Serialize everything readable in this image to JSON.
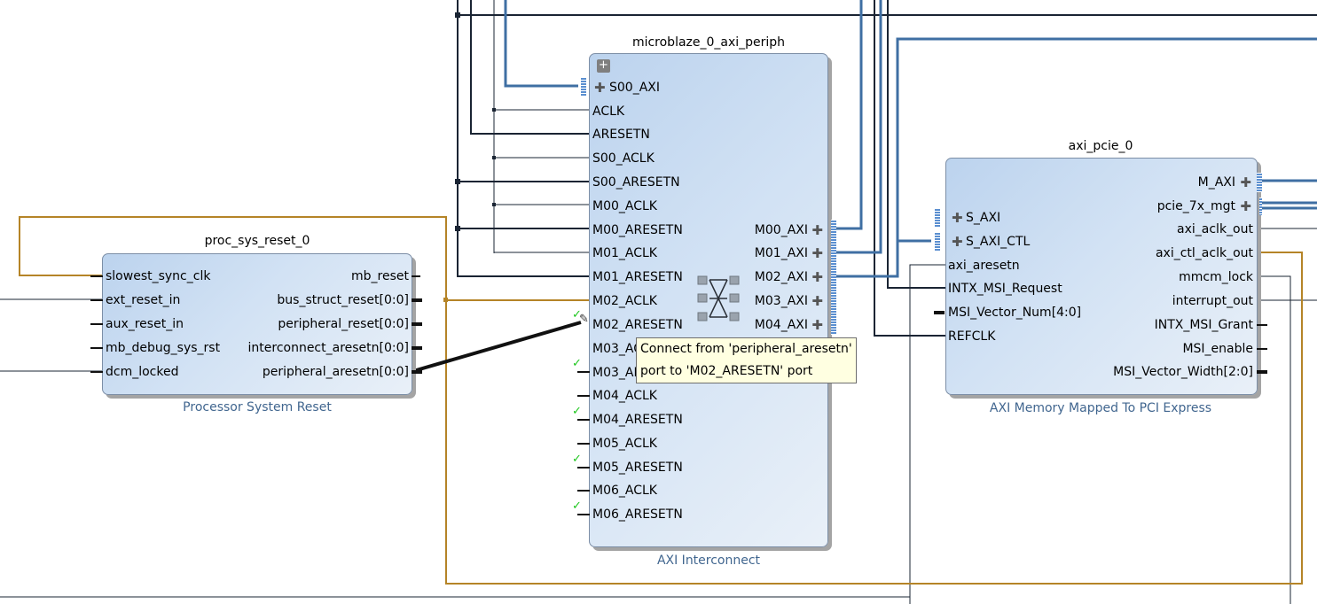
{
  "colors": {
    "wire_dark": "#1a2433",
    "wire_axi": "#3f6fa3",
    "wire_clk": "#b58427",
    "block_border": "#7c8ea6",
    "subtitle": "#41668f",
    "tooltip_bg": "#ffffe1",
    "check": "#1ec71e"
  },
  "blocks": {
    "reset": {
      "title": "proc_sys_reset_0",
      "subtitle": "Processor System Reset",
      "left_ports": [
        "slowest_sync_clk",
        "ext_reset_in",
        "aux_reset_in",
        "mb_debug_sys_rst",
        "dcm_locked"
      ],
      "right_ports": [
        "mb_reset",
        "bus_struct_reset[0:0]",
        "peripheral_reset[0:0]",
        "interconnect_aresetn[0:0]",
        "peripheral_aresetn[0:0]"
      ]
    },
    "interconnect": {
      "title": "microblaze_0_axi_periph",
      "subtitle": "AXI Interconnect",
      "expand": "+",
      "left_ports": [
        "S00_AXI",
        "ACLK",
        "ARESETN",
        "S00_ACLK",
        "S00_ARESETN",
        "M00_ACLK",
        "M00_ARESETN",
        "M01_ACLK",
        "M01_ARESETN",
        "M02_ACLK",
        "M02_ARESETN",
        "M03_ACLK",
        "M03_ARESETN",
        "M04_ACLK",
        "M04_ARESETN",
        "M05_ACLK",
        "M05_ARESETN",
        "M06_ACLK",
        "M06_ARESETN"
      ],
      "right_ports": [
        "M00_AXI",
        "M01_AXI",
        "M02_AXI",
        "M03_AXI",
        "M04_AXI"
      ]
    },
    "pcie": {
      "title": "axi_pcie_0",
      "subtitle": "AXI Memory Mapped To PCI Express",
      "left_ports": [
        "S_AXI",
        "S_AXI_CTL",
        "axi_aresetn",
        "INTX_MSI_Request",
        "MSI_Vector_Num[4:0]",
        "REFCLK"
      ],
      "right_ports": [
        "M_AXI",
        "pcie_7x_mgt",
        "axi_aclk_out",
        "axi_ctl_aclk_out",
        "mmcm_lock",
        "interrupt_out",
        "INTX_MSI_Grant",
        "MSI_enable",
        "MSI_Vector_Width[2:0]"
      ]
    }
  },
  "tooltip": {
    "line1": "Connect from 'peripheral_aresetn'",
    "line2": "port to 'M02_ARESETN' port"
  },
  "icons": {
    "bus_plus": "plus-cross-icon",
    "connected": "checkmark-icon",
    "crossbar": "crossbar-icon",
    "pencil": "pencil-cursor-icon"
  }
}
